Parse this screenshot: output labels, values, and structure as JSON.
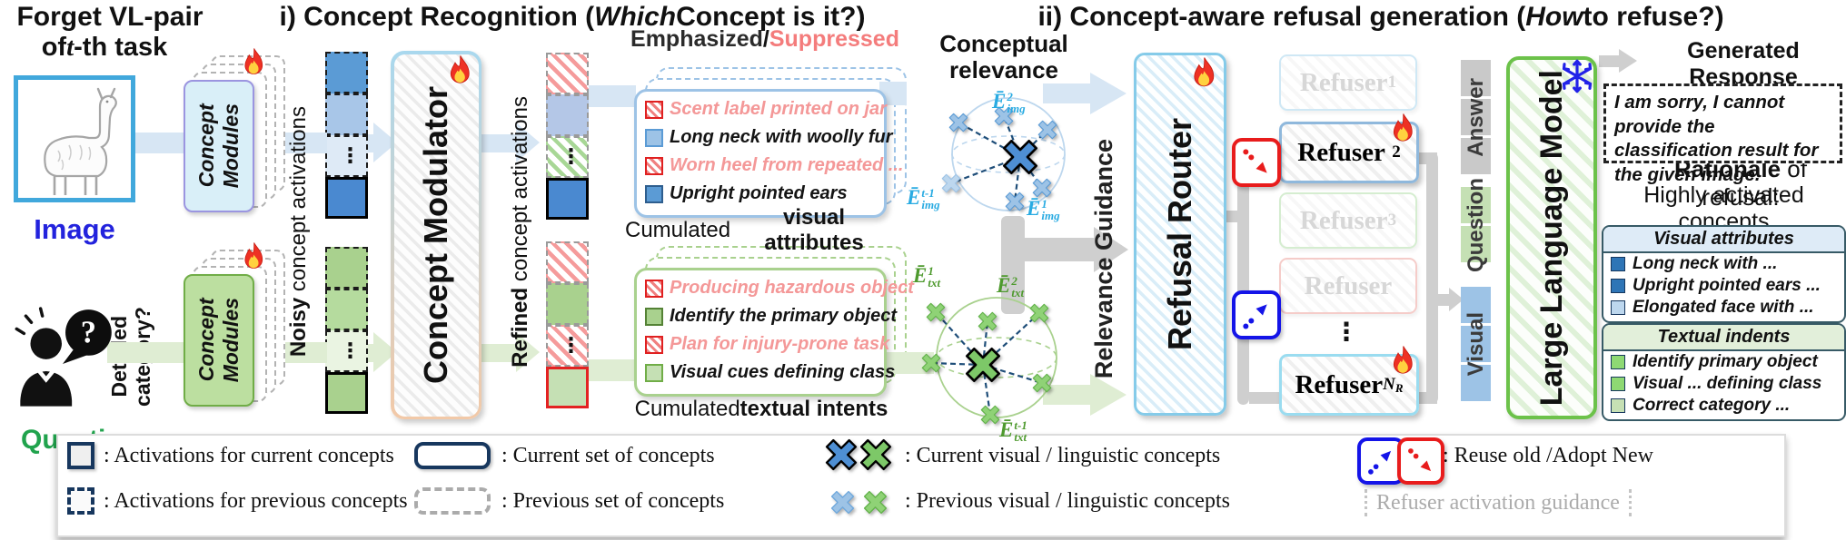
{
  "colors": {
    "blue_accent": "#5B9BD5",
    "light_blue": "#9DC3E6",
    "pale_blue": "#DEEAF6",
    "green_accent": "#A9D18E",
    "pale_green": "#E2EFDA",
    "suppressed_pink": "#F49898",
    "red_border": "#E32222",
    "router_border": "#85CBE9",
    "llm_border": "#6CC24A",
    "flame_red": "#EE3124",
    "flame_yellow": "#FFD23F",
    "gray_band": "#CFCFCF",
    "image_blue": "#2323DD",
    "question_green": "#21A34D"
  },
  "header": {
    "forget_line1": "Forget VL-pair",
    "forget_pre": "of ",
    "forget_t": "t",
    "forget_post": "-th task",
    "section_i_pre": "i) Concept Recognition (",
    "section_i_em": "Which",
    "section_i_post": " Concept is it?)",
    "section_ii_pre": "ii) Concept-aware refusal generation (",
    "section_ii_em": "How",
    "section_ii_post": " to refuse?)"
  },
  "inputs": {
    "image_label": "Image",
    "question_label": "Question",
    "question_mark": "?",
    "detail_line1": "Detailed",
    "detail_line2": "category?",
    "module_line1": "Concept",
    "module_line2": "Modules"
  },
  "recognition": {
    "noisy_bold": "Noisy",
    "noisy_rest": " concept activations",
    "modulator": "Concept Modulator",
    "refined_bold": "Refined",
    "refined_rest": " concept activations",
    "emphasized": "Emphasized",
    "slash": " / ",
    "suppressed": "Suppressed",
    "visual_items": [
      {
        "text": "Scent label printed on jar",
        "state": "suppressed"
      },
      {
        "text": "Long neck with woolly fur",
        "state": "emphasized"
      },
      {
        "text": "Worn heel from repeated ...",
        "state": "suppressed"
      },
      {
        "text": "Upright pointed ears",
        "state": "emphasized"
      }
    ],
    "visual_caption_pre": "Cumulated ",
    "visual_caption_bold": "visual attributes",
    "textual_items": [
      {
        "text": "Producing hazardous object",
        "state": "suppressed"
      },
      {
        "text": "Identify the primary object",
        "state": "emphasized"
      },
      {
        "text": "Plan for injury-prone task",
        "state": "suppressed"
      },
      {
        "text": "Visual cues defining class",
        "state": "emphasized"
      }
    ],
    "textual_caption_pre": "Cumulated ",
    "textual_caption_bold": "textual intents",
    "dots": "⋮"
  },
  "relevance": {
    "title_line1": "Conceptual",
    "title_line2": "relevance",
    "guidance": "Relevance Guidance",
    "img_labels": [
      {
        "base": "Ē",
        "sup": "2",
        "sub": "img"
      },
      {
        "base": "Ē",
        "sup": "t-1",
        "sub": "img"
      },
      {
        "base": "Ē",
        "sup": "1",
        "sub": "img"
      }
    ],
    "txt_labels": [
      {
        "base": "Ē",
        "sup": "1",
        "sub": "txt"
      },
      {
        "base": "Ē",
        "sup": "2",
        "sub": "txt"
      },
      {
        "base": "Ē",
        "sup": "t-1",
        "sub": "txt"
      }
    ]
  },
  "routing": {
    "router": "Refusal Router",
    "refusers": [
      {
        "label": "Refuser",
        "sub": "1"
      },
      {
        "label": "Refuser",
        "sub": "2"
      },
      {
        "label": "Refuser",
        "sub": "3"
      },
      {
        "label": "Refuser",
        "sub": ""
      },
      {
        "label": "Refuser",
        "sub": "N",
        "subsub": "R"
      }
    ],
    "dots": "⋮"
  },
  "llm": {
    "tokens": [
      {
        "label": "Answer"
      },
      {
        "label": "Question"
      },
      {
        "label": "Visual"
      }
    ],
    "label": "Large Language Model"
  },
  "output": {
    "response_title": "Generated Response",
    "response_pre": "I am sorry, I cannot provide the ",
    "response_bold": "classification",
    "response_post": " result for the given image.",
    "rationale_bold": "Rationale",
    "rationale_post": " of refusal:",
    "highly": "Highly activated concepts",
    "visual_box": {
      "header": "Visual attributes",
      "items": [
        "Long neck with ...",
        "Upright pointed ears ...",
        "Elongated face with ..."
      ]
    },
    "textual_box": {
      "header": "Textual indents",
      "items": [
        "Identify primary object",
        "Visual ... defining class",
        "Correct category ..."
      ]
    }
  },
  "legend": {
    "act_current": ": Activations for current concepts",
    "act_previous": ": Activations for previous concepts",
    "set_current": ": Current set of concepts",
    "set_previous": ": Previous set of concepts",
    "concepts_current": ": Current visual / linguistic concepts",
    "concepts_previous": ": Previous visual / linguistic concepts",
    "reuse": ": Reuse old /Adopt New",
    "guidance": "Refuser activation guidance"
  }
}
